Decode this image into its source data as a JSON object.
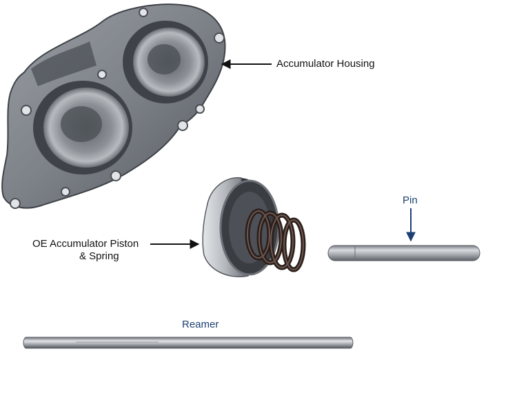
{
  "labels": {
    "housing": "Accumulator Housing",
    "piston_line1": "OE Accumulator Piston",
    "piston_line2": "& Spring",
    "pin": "Pin",
    "reamer": "Reamer"
  },
  "colors": {
    "label_dark": "#111111",
    "label_blue": "#1a3f73",
    "arrow_dark": "#111111",
    "arrow_blue": "#1a3f73",
    "metal_dark": "#4a4e54",
    "metal_light": "#c9ccd0"
  },
  "parts": [
    {
      "name": "accumulator-housing",
      "icon": "housing-photo"
    },
    {
      "name": "piston-spring",
      "icon": "piston-spring-photo"
    },
    {
      "name": "pin",
      "icon": "pin-photo"
    },
    {
      "name": "reamer",
      "icon": "reamer-photo"
    }
  ]
}
